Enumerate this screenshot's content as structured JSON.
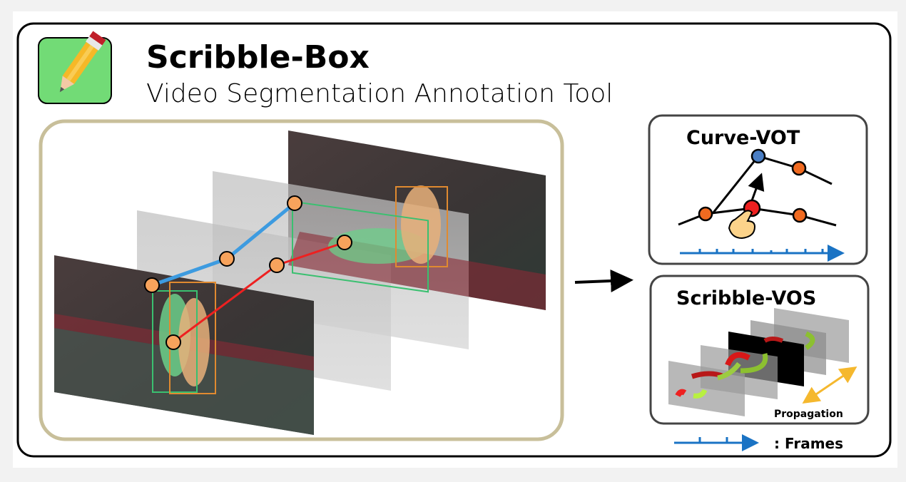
{
  "header": {
    "title": "Scribble-Box",
    "subtitle": "Video Segmentation Annotation Tool",
    "logo_icon": "pencil-icon"
  },
  "panels": {
    "curve_vot": {
      "title": "Curve-VOT"
    },
    "scribble_vos": {
      "title": "Scribble-VOS",
      "propagation_label": "Propagation"
    }
  },
  "legend": {
    "frames_label": ": Frames"
  },
  "colors": {
    "logo_bg": "#72db76",
    "panel_border": "#c8bf9a",
    "frame_axis": "#1a73c4",
    "blue_track": "#3d9be0",
    "red_track": "#ee2020",
    "point": "#f7a35c",
    "vot_point": "#f06a20",
    "vot_selected": "#4a7ec4",
    "propagation_arrow": "#f5b82e"
  }
}
